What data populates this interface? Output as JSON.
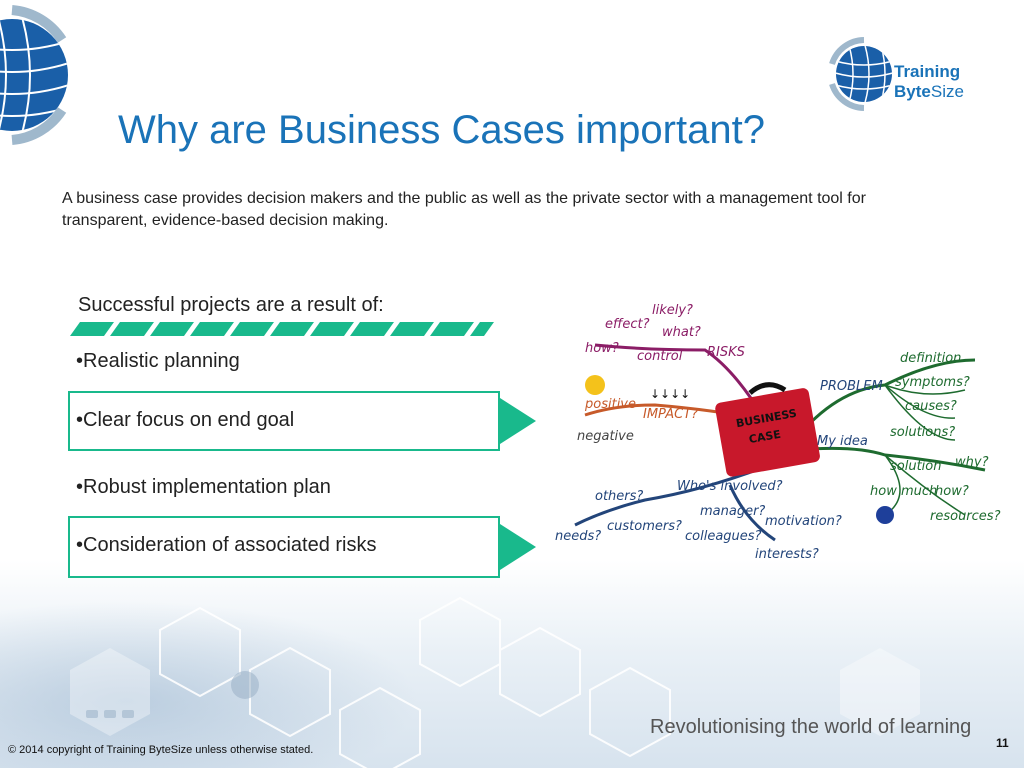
{
  "slide": {
    "title": "Why are Business Cases important?",
    "intro": "A business case provides decision makers and the public as well as the private sector with a management tool for transparent, evidence-based decision making.",
    "subhead": "Successful projects are a result of:",
    "bullets": [
      "•Realistic planning",
      "•Clear focus on end goal",
      "•Robust implementation plan",
      "•Consideration of associated risks"
    ],
    "slogan": "Revolutionising the world of learning",
    "footer": "© 2014 copyright of Training ByteSize unless otherwise stated.",
    "page_number": "11"
  },
  "logo": {
    "line1": "Training",
    "line2_bold": "Byte",
    "line2_rest": "Size"
  },
  "mindmap": {
    "center": [
      "BUSINESS",
      "CASE"
    ],
    "risks": [
      "effect?",
      "likely?",
      "what?",
      "how?",
      "control",
      "RISKS"
    ],
    "impact": [
      "positive",
      "IMPACT?",
      "negative"
    ],
    "problem": [
      "PROBLEM",
      "definition",
      "symptoms?",
      "causes?",
      "solutions?"
    ],
    "idea": [
      "My idea",
      "solution",
      "why?",
      "how much",
      "how?",
      "resources?"
    ],
    "people": [
      "others?",
      "Who's involved?",
      "manager?",
      "motivation?",
      "colleagues?",
      "interests?",
      "customers?",
      "needs?"
    ]
  },
  "colors": {
    "title": "#1a73b8",
    "accent": "#19b98c",
    "text": "#222222"
  }
}
